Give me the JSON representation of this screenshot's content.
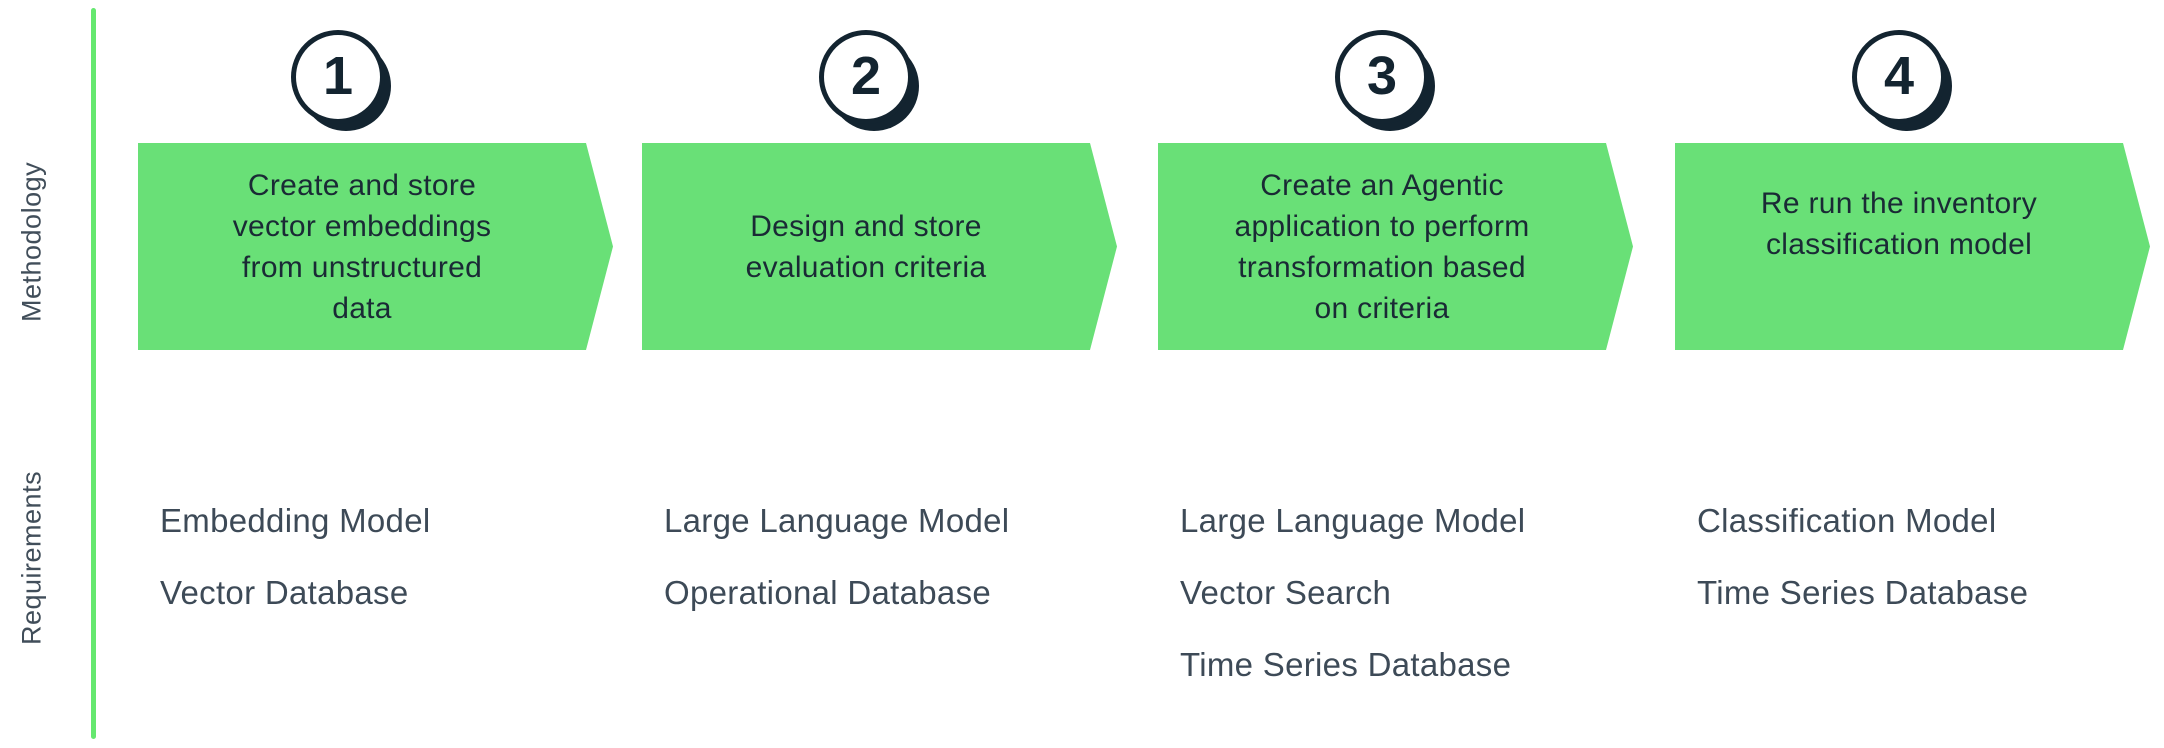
{
  "colors": {
    "green": "#69E077",
    "line_green": "#65E86F",
    "navy": "#132430",
    "box_text": "#1A2A35",
    "req_text": "#3D4A57",
    "label_text": "#414E5A"
  },
  "diagram": {
    "left_axis": {
      "methodology_label": "Methodology",
      "requirements_label": "Requirements"
    },
    "steps": [
      {
        "number": "1",
        "title": "Create and store\nvector embeddings\nfrom unstructured\ndata",
        "requirements": [
          "Embedding Model",
          "Vector Database"
        ]
      },
      {
        "number": "2",
        "title": "Design and store\nevaluation criteria",
        "requirements": [
          "Large Language Model",
          "Operational Database"
        ]
      },
      {
        "number": "3",
        "title": "Create an Agentic\napplication to perform\ntransformation based\non criteria",
        "requirements": [
          "Large Language Model",
          "Vector Search",
          "Time Series Database"
        ]
      },
      {
        "number": "4",
        "title": "Re run the inventory\nclassification model",
        "requirements": [
          "Classification Model",
          "Time Series Database"
        ]
      }
    ]
  }
}
